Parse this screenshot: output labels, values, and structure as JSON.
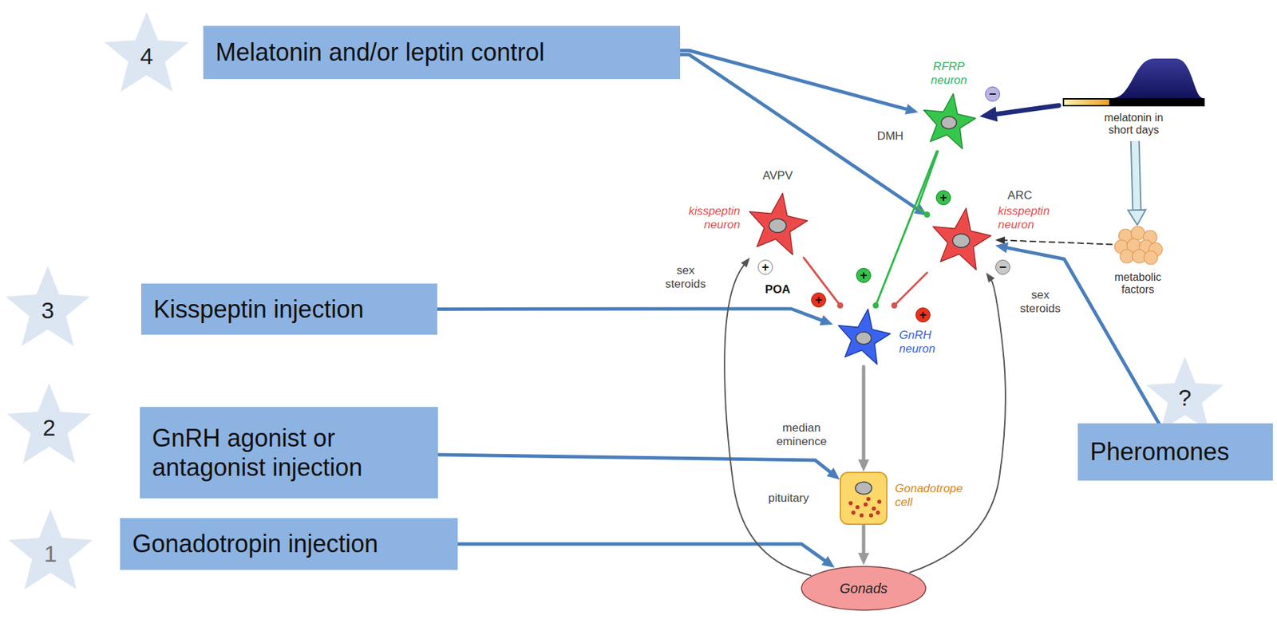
{
  "diagram": {
    "nodes": [
      {
        "text": [
          "4"
        ]
      },
      {
        "text": [
          "Melatonin and/or leptin control"
        ]
      },
      {
        "text": [
          "RFRP neuron"
        ]
      },
      {
        "text": [
          "melatonin in short days"
        ]
      },
      {
        "text": [
          "kisspeptin neuron"
        ]
      },
      {
        "text": [
          "kisspeptin neuron"
        ]
      },
      {
        "text": [
          "metabolic factors"
        ]
      },
      {
        "text": [
          "3"
        ]
      },
      {
        "text": [
          "Kisspeptin injection"
        ]
      },
      {
        "text": [
          "GnRH neuron"
        ]
      },
      {
        "text": [
          "?"
        ]
      },
      {
        "text": [
          "Pheromones"
        ]
      },
      {
        "text": [
          "2"
        ]
      },
      {
        "text": [
          "GnRH agonist or antagonist injection"
        ]
      },
      {
        "text": [
          "Gonadotrope cell"
        ]
      },
      {
        "text": [
          "1"
        ]
      },
      {
        "text": [
          "Gonadotropin injection"
        ]
      },
      {
        "text": [
          "Gonads"
        ]
      },
      {
        "text": [
          "+"
        ]
      },
      {
        "text": [
          "−"
        ]
      },
      {
        "text": [
          "+"
        ]
      },
      {
        "text": [
          "+"
        ]
      },
      {
        "text": [
          "+"
        ]
      },
      {
        "text": [
          "+"
        ]
      },
      {
        "text": [
          "−"
        ]
      }
    ],
    "edges": [
      {
        "from": 1,
        "to": 2,
        "arrow": "to"
      },
      {
        "from": 1,
        "to": 5,
        "arrow": "to"
      },
      {
        "from": 3,
        "to": 2,
        "arrow": "to"
      },
      {
        "from": 3,
        "to": 6,
        "arrow": "to"
      },
      {
        "from": 6,
        "to": 5,
        "arrow": "to"
      },
      {
        "from": 2,
        "to": 9,
        "arrow": "none"
      },
      {
        "from": 2,
        "to": 5,
        "arrow": "none"
      },
      {
        "from": 4,
        "to": 9,
        "arrow": "none"
      },
      {
        "from": 5,
        "to": 9,
        "arrow": "none"
      },
      {
        "from": 8,
        "to": 9,
        "arrow": "to"
      },
      {
        "from": 11,
        "to": 5,
        "arrow": "to"
      },
      {
        "from": 13,
        "to": 14,
        "arrow": "to"
      },
      {
        "from": 9,
        "to": 14,
        "arrow": "to"
      },
      {
        "from": 14,
        "to": 17,
        "arrow": "to"
      },
      {
        "from": 16,
        "to": 17,
        "arrow": "to"
      },
      {
        "from": 17,
        "to": 4,
        "arrow": "to"
      },
      {
        "from": 17,
        "to": 5,
        "arrow": "to"
      }
    ],
    "labels": [
      "DMH",
      "AVPV",
      "ARC",
      "sex steroids",
      "sex steroids",
      "POA",
      "median eminence",
      "pituitary"
    ]
  }
}
